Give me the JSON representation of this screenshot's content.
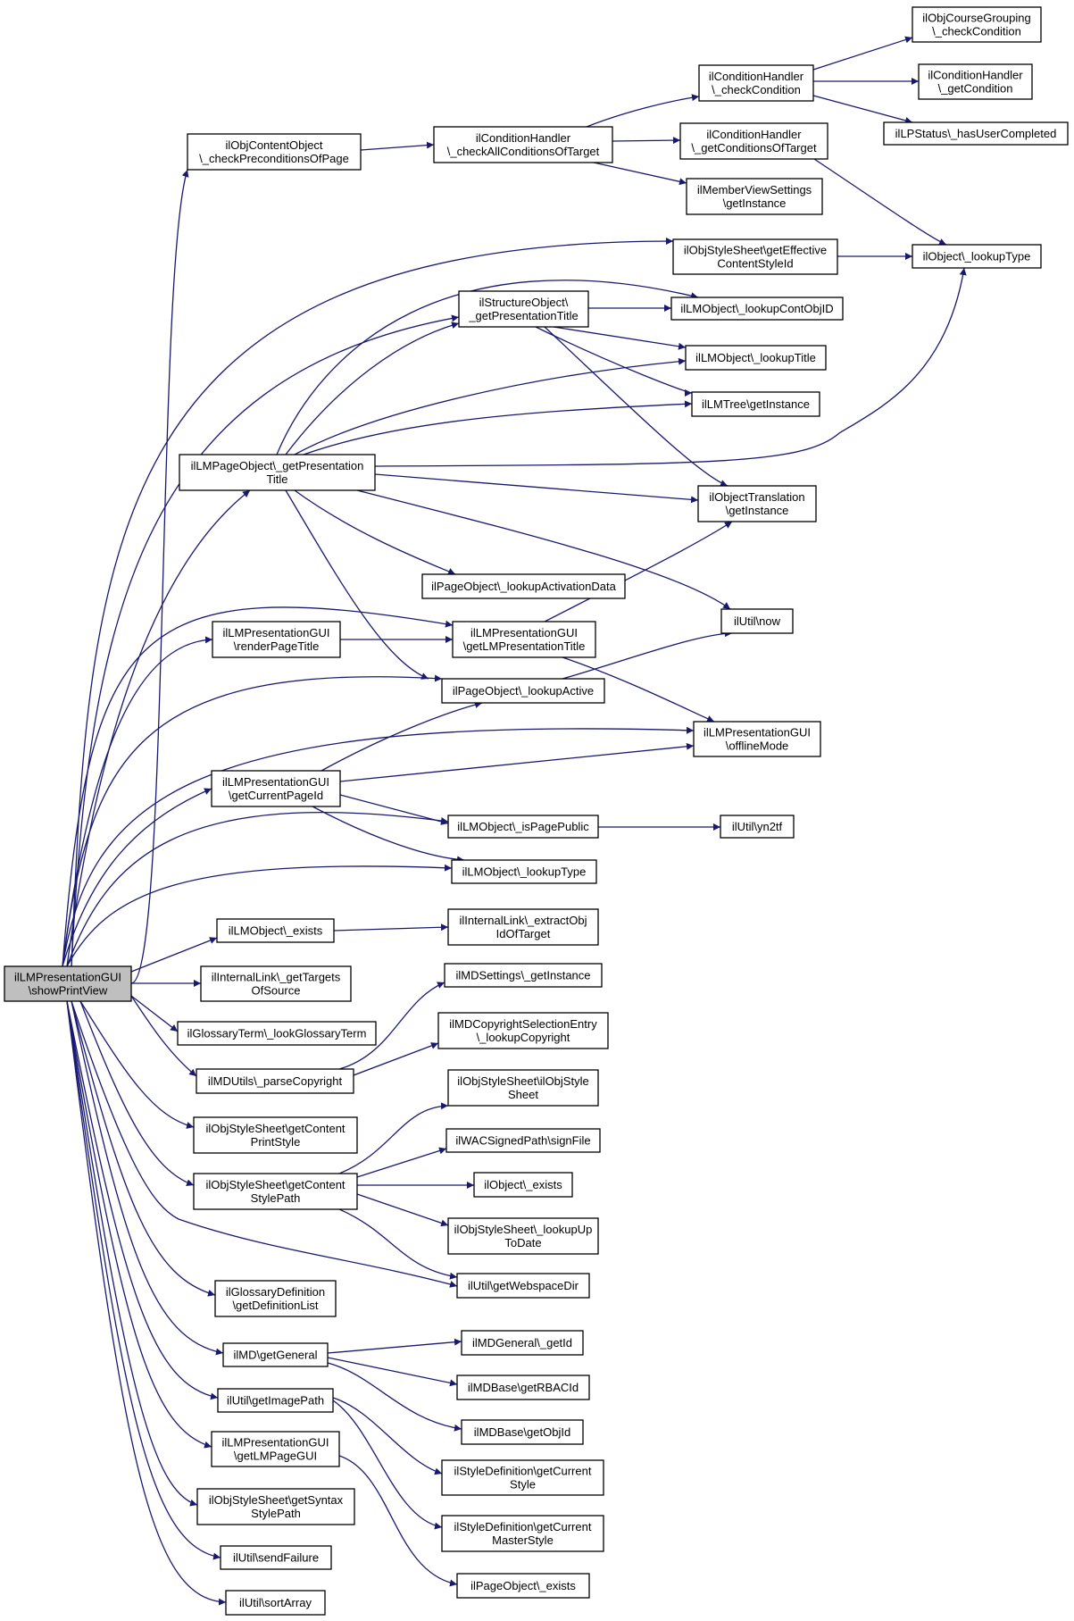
{
  "colors": {
    "edge": "#191970",
    "root_fill": "#bfbfbf",
    "node_fill": "#ffffff",
    "node_border": "#000000"
  },
  "nodes": [
    {
      "id": "root",
      "lines": [
        "ilLMPresentationGUI",
        "\\showPrintView"
      ]
    },
    {
      "id": "checkPrecond",
      "lines": [
        "ilObjContentObject",
        "\\_checkPreconditionsOfPage"
      ]
    },
    {
      "id": "checkAllCond",
      "lines": [
        "ilConditionHandler",
        "\\_checkAllConditionsOfTarget"
      ]
    },
    {
      "id": "checkCond",
      "lines": [
        "ilConditionHandler",
        "\\_checkCondition"
      ]
    },
    {
      "id": "courseGrouping",
      "lines": [
        "ilObjCourseGrouping",
        "\\_checkCondition"
      ]
    },
    {
      "id": "getCondition",
      "lines": [
        "ilConditionHandler",
        "\\_getCondition"
      ]
    },
    {
      "id": "hasUserCompleted",
      "lines": [
        "ilLPStatus\\_hasUserCompleted"
      ]
    },
    {
      "id": "getCondOfTarget",
      "lines": [
        "ilConditionHandler",
        "\\_getConditionsOfTarget"
      ]
    },
    {
      "id": "memberView",
      "lines": [
        "ilMemberViewSettings",
        "\\getInstance"
      ]
    },
    {
      "id": "getEffective",
      "lines": [
        "ilObjStyleSheet\\getEffective",
        "ContentStyleId"
      ]
    },
    {
      "id": "objLookupType",
      "lines": [
        "ilObject\\_lookupType"
      ]
    },
    {
      "id": "structPresTitle",
      "lines": [
        "ilStructureObject\\",
        "_getPresentationTitle"
      ]
    },
    {
      "id": "lookupContObjID",
      "lines": [
        "ilLMObject\\_lookupContObjID"
      ]
    },
    {
      "id": "lmLookupTitle",
      "lines": [
        "ilLMObject\\_lookupTitle"
      ]
    },
    {
      "id": "lmTree",
      "lines": [
        "ilLMTree\\getInstance"
      ]
    },
    {
      "id": "pagePresTitle",
      "lines": [
        "ilLMPageObject\\_getPresentation",
        "Title"
      ]
    },
    {
      "id": "objTranslation",
      "lines": [
        "ilObjectTranslation",
        "\\getInstance"
      ]
    },
    {
      "id": "lookupActivation",
      "lines": [
        "ilPageObject\\_lookupActivationData"
      ]
    },
    {
      "id": "renderPageTitle",
      "lines": [
        "ilLMPresentationGUI",
        "\\renderPageTitle"
      ]
    },
    {
      "id": "getLMPresTitle",
      "lines": [
        "ilLMPresentationGUI",
        "\\getLMPresentationTitle"
      ]
    },
    {
      "id": "utilNow",
      "lines": [
        "ilUtil\\now"
      ]
    },
    {
      "id": "lookupActive",
      "lines": [
        "ilPageObject\\_lookupActive"
      ]
    },
    {
      "id": "offlineMode",
      "lines": [
        "ilLMPresentationGUI",
        "\\offlineMode"
      ]
    },
    {
      "id": "getCurrentPageId",
      "lines": [
        "ilLMPresentationGUI",
        "\\getCurrentPageId"
      ]
    },
    {
      "id": "isPagePublic",
      "lines": [
        "ilLMObject\\_isPagePublic"
      ]
    },
    {
      "id": "yn2tf",
      "lines": [
        "ilUtil\\yn2tf"
      ]
    },
    {
      "id": "lmLookupType",
      "lines": [
        "ilLMObject\\_lookupType"
      ]
    },
    {
      "id": "lmExists",
      "lines": [
        "ilLMObject\\_exists"
      ]
    },
    {
      "id": "extractObj",
      "lines": [
        "ilInternalLink\\_extractObj",
        "IdOfTarget"
      ]
    },
    {
      "id": "getTargets",
      "lines": [
        "ilInternalLink\\_getTargets",
        "OfSource"
      ]
    },
    {
      "id": "mdSettings",
      "lines": [
        "ilMDSettings\\_getInstance"
      ]
    },
    {
      "id": "lookGlossary",
      "lines": [
        "ilGlossaryTerm\\_lookGlossaryTerm"
      ]
    },
    {
      "id": "mdCopyright",
      "lines": [
        "ilMDCopyrightSelectionEntry",
        "\\_lookupCopyright"
      ]
    },
    {
      "id": "parseCopyright",
      "lines": [
        "ilMDUtils\\_parseCopyright"
      ]
    },
    {
      "id": "objStyleSheet",
      "lines": [
        "ilObjStyleSheet\\ilObjStyle",
        "Sheet"
      ]
    },
    {
      "id": "printStyle",
      "lines": [
        "ilObjStyleSheet\\getContent",
        "PrintStyle"
      ]
    },
    {
      "id": "signFile",
      "lines": [
        "ilWACSignedPath\\signFile"
      ]
    },
    {
      "id": "contentStylePath",
      "lines": [
        "ilObjStyleSheet\\getContent",
        "StylePath"
      ]
    },
    {
      "id": "objExists",
      "lines": [
        "ilObject\\_exists"
      ]
    },
    {
      "id": "lookupUpToDate",
      "lines": [
        "ilObjStyleSheet\\_lookupUp",
        "ToDate"
      ]
    },
    {
      "id": "webspaceDir",
      "lines": [
        "ilUtil\\getWebspaceDir"
      ]
    },
    {
      "id": "glossaryDef",
      "lines": [
        "ilGlossaryDefinition",
        "\\getDefinitionList"
      ]
    },
    {
      "id": "mdGetGeneral",
      "lines": [
        "ilMD\\getGeneral"
      ]
    },
    {
      "id": "mdGeneralGetId",
      "lines": [
        "ilMDGeneral\\_getId"
      ]
    },
    {
      "id": "rbacId",
      "lines": [
        "ilMDBase\\getRBACId"
      ]
    },
    {
      "id": "getImagePath",
      "lines": [
        "ilUtil\\getImagePath"
      ]
    },
    {
      "id": "getObjId",
      "lines": [
        "ilMDBase\\getObjId"
      ]
    },
    {
      "id": "getLMPageGUI",
      "lines": [
        "ilLMPresentationGUI",
        "\\getLMPageGUI"
      ]
    },
    {
      "id": "currentStyle",
      "lines": [
        "ilStyleDefinition\\getCurrent",
        "Style"
      ]
    },
    {
      "id": "syntaxStyle",
      "lines": [
        "ilObjStyleSheet\\getSyntax",
        "StylePath"
      ]
    },
    {
      "id": "masterStyle",
      "lines": [
        "ilStyleDefinition\\getCurrent",
        "MasterStyle"
      ]
    },
    {
      "id": "sendFailure",
      "lines": [
        "ilUtil\\sendFailure"
      ]
    },
    {
      "id": "pageExists",
      "lines": [
        "ilPageObject\\_exists"
      ]
    },
    {
      "id": "sortArray",
      "lines": [
        "ilUtil\\sortArray"
      ]
    }
  ]
}
